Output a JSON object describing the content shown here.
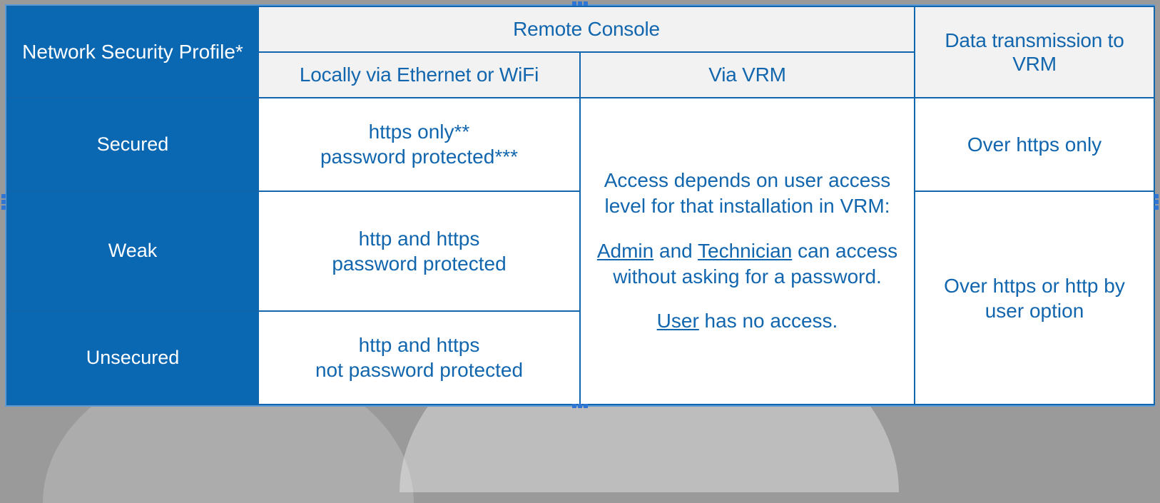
{
  "table": {
    "header": {
      "profile_label": "Network Security Profile*",
      "remote_console_label": "Remote Console",
      "local_label": "Locally via Ethernet or WiFi",
      "vrm_label": "Via VRM",
      "data_transmission_label": "Data transmission to VRM"
    },
    "rows": [
      {
        "profile": "Secured",
        "local_line1": "https only**",
        "local_line2": "password protected***",
        "data_transmission": "Over https only"
      },
      {
        "profile": "Weak",
        "local_line1": "http and https",
        "local_line2": "password protected",
        "data_transmission": "Over https or http by user option"
      },
      {
        "profile": "Unsecured",
        "local_line1": "http and https",
        "local_line2": "not password protected",
        "data_transmission": ""
      }
    ],
    "vrm_cell": {
      "para1": "Access depends on user access level for that installation in VRM:",
      "para2_role1": "Admin",
      "para2_mid": " and ",
      "para2_role2": "Technician",
      "para2_tail": " can access without asking for a password.",
      "para3_role": "User",
      "para3_tail": " has no access."
    }
  },
  "colors": {
    "brand_blue": "#0a67b2",
    "border_blue": "#1266ae",
    "header_bg": "#f2f2f2",
    "text_white": "#ffffff",
    "selection_frame": "#5b9bd5",
    "handle": "#2e75d4",
    "canvas_bg": "#9a9a9a"
  }
}
